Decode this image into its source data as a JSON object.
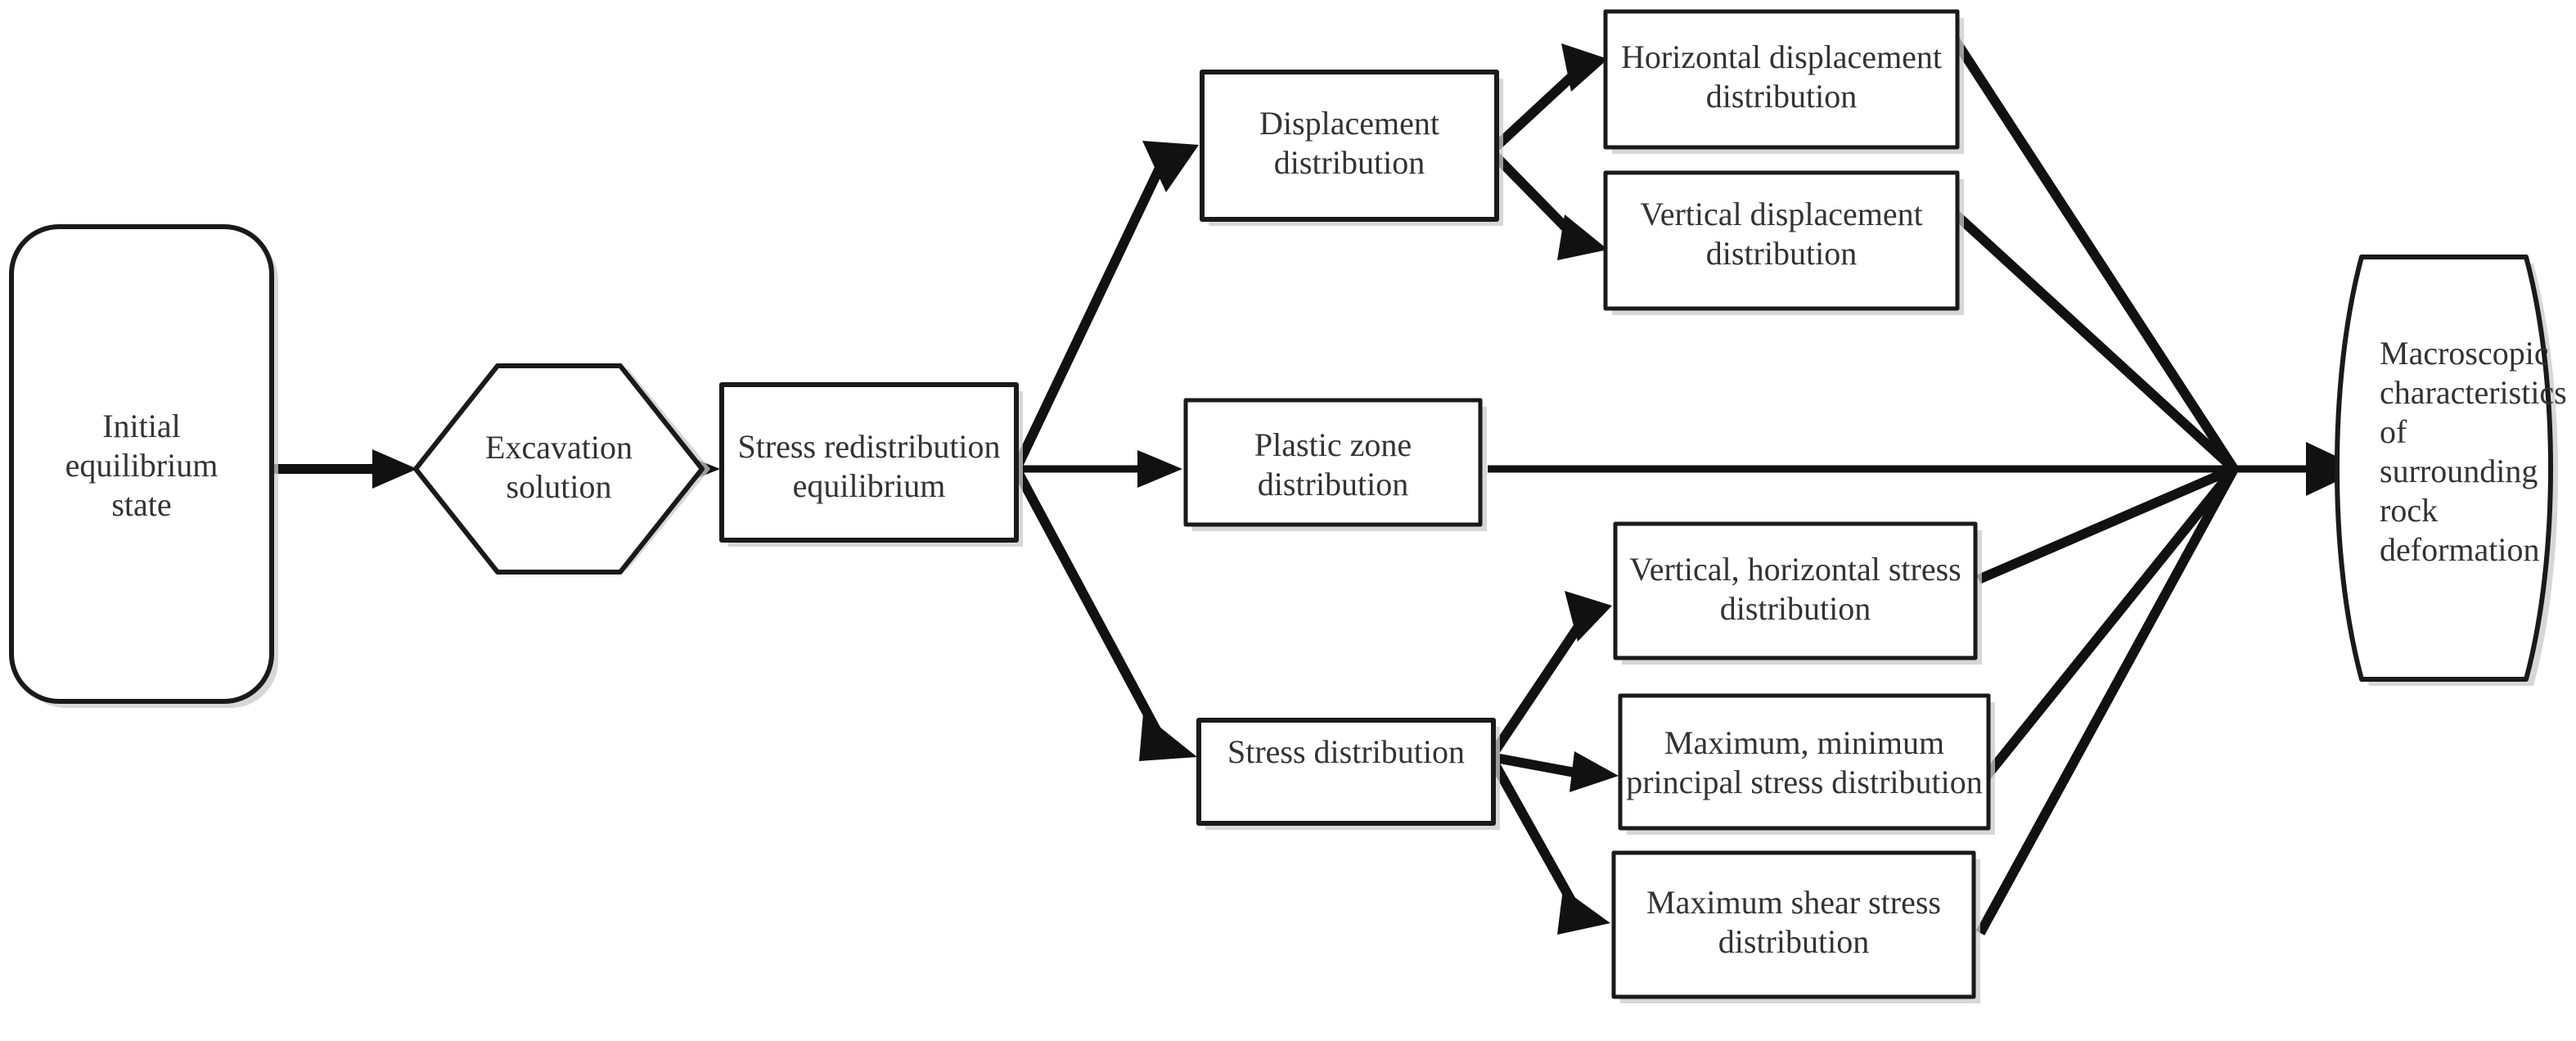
{
  "diagram": {
    "title": "Surrounding rock deformation analysis flowchart",
    "background_color": "#ffffff",
    "stroke_color": "#1a1a1a",
    "text_color": "#333333",
    "nodes": {
      "initial_state": {
        "shape": "rounded-rectangle",
        "lines": [
          "Initial",
          "equilibrium",
          "state"
        ]
      },
      "excavation": {
        "shape": "hexagon",
        "lines": [
          "Excavation",
          "solution"
        ]
      },
      "stress_redistribution": {
        "shape": "rectangle",
        "lines": [
          "Stress redistribution",
          "equilibrium"
        ]
      },
      "displacement_distribution": {
        "shape": "rectangle",
        "lines": [
          "Displacement",
          "distribution"
        ]
      },
      "horizontal_displacement": {
        "shape": "rectangle",
        "lines": [
          "Horizontal displacement",
          "distribution"
        ]
      },
      "vertical_displacement": {
        "shape": "rectangle",
        "lines": [
          "Vertical displacement",
          "distribution"
        ]
      },
      "plastic_zone": {
        "shape": "rectangle",
        "lines": [
          "Plastic zone",
          "distribution"
        ]
      },
      "stress_distribution": {
        "shape": "rectangle",
        "lines": [
          "Stress distribution"
        ]
      },
      "vertical_horizontal_stress": {
        "shape": "rectangle",
        "lines": [
          "Vertical, horizontal stress",
          "distribution"
        ]
      },
      "principal_stress": {
        "shape": "rectangle",
        "lines": [
          "Maximum, minimum",
          "principal stress distribution"
        ]
      },
      "max_shear_stress": {
        "shape": "rectangle",
        "lines": [
          "Maximum shear stress",
          "distribution"
        ]
      },
      "macroscopic_result": {
        "shape": "barrel",
        "lines": [
          "Macroscopic",
          "characteristics",
          "of",
          "surrounding",
          "rock",
          "deformation"
        ]
      }
    },
    "edges": [
      {
        "from": "initial_state",
        "to": "excavation",
        "arrow": true
      },
      {
        "from": "excavation",
        "to": "stress_redistribution",
        "arrow": true
      },
      {
        "from": "stress_redistribution",
        "to": "displacement_distribution",
        "arrow": true
      },
      {
        "from": "stress_redistribution",
        "to": "plastic_zone",
        "arrow": true
      },
      {
        "from": "stress_redistribution",
        "to": "stress_distribution",
        "arrow": true
      },
      {
        "from": "displacement_distribution",
        "to": "horizontal_displacement",
        "arrow": true
      },
      {
        "from": "displacement_distribution",
        "to": "vertical_displacement",
        "arrow": true
      },
      {
        "from": "stress_distribution",
        "to": "vertical_horizontal_stress",
        "arrow": true
      },
      {
        "from": "stress_distribution",
        "to": "principal_stress",
        "arrow": true
      },
      {
        "from": "stress_distribution",
        "to": "max_shear_stress",
        "arrow": true
      },
      {
        "from": "horizontal_displacement",
        "to": "macroscopic_result",
        "arrow": false
      },
      {
        "from": "vertical_displacement",
        "to": "macroscopic_result",
        "arrow": false
      },
      {
        "from": "plastic_zone",
        "to": "macroscopic_result",
        "arrow": true
      },
      {
        "from": "vertical_horizontal_stress",
        "to": "macroscopic_result",
        "arrow": false
      },
      {
        "from": "principal_stress",
        "to": "macroscopic_result",
        "arrow": false
      },
      {
        "from": "max_shear_stress",
        "to": "macroscopic_result",
        "arrow": false
      }
    ]
  }
}
